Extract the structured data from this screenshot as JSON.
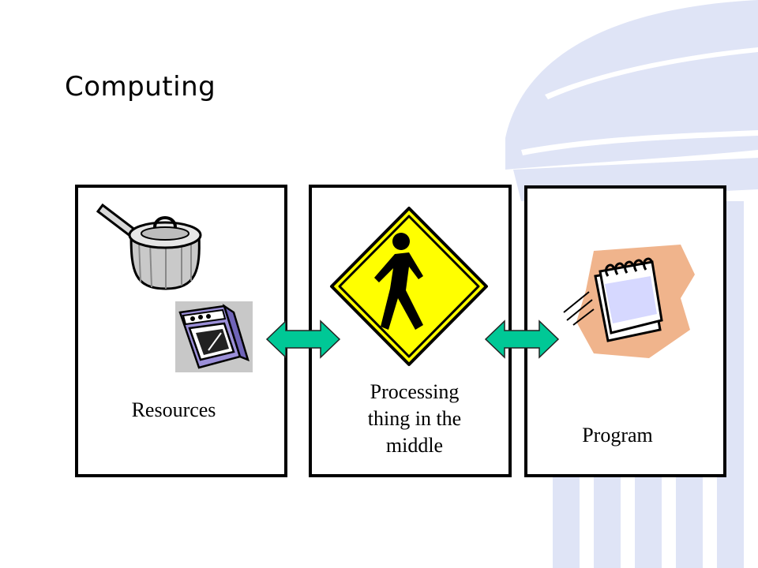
{
  "slide": {
    "title": "Computing"
  },
  "diagram": {
    "panels": [
      {
        "label": "Resources",
        "icons": [
          "saucepan-icon",
          "oven-icon"
        ]
      },
      {
        "label": "Processing\nthing in the\nmiddle",
        "icons": [
          "pedestrian-crossing-sign-icon"
        ]
      },
      {
        "label": "Program",
        "icons": [
          "notepad-icon"
        ]
      }
    ],
    "connectors": [
      "double-arrow",
      "double-arrow"
    ]
  },
  "colors": {
    "background_pillar": "#dfe4f6",
    "arrow_fill": "#00c896",
    "sign_yellow": "#ffff00",
    "notepad_backdrop": "#f0b48c",
    "oven_purple": "#9b8fd8"
  }
}
